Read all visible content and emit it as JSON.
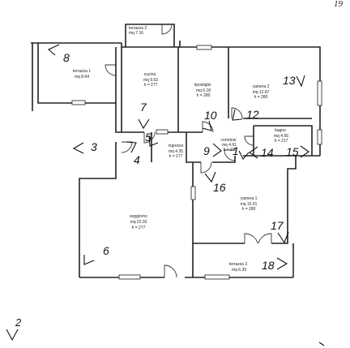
{
  "page_number": "19",
  "corner_marker": "2",
  "rooms": [
    {
      "id": "terrazza-2",
      "name": "terrazza 2",
      "area": "mq 7.16",
      "height": ""
    },
    {
      "id": "terrazza-1",
      "name": "terrazza 1",
      "area": "mq 8.64",
      "height": ""
    },
    {
      "id": "cucina",
      "name": "cucina",
      "area": "mq 9.53",
      "height": "h = 277"
    },
    {
      "id": "ripostiglio",
      "name": "ripostiglio",
      "area": "mq 6.18",
      "height": "h = 280"
    },
    {
      "id": "camera-2",
      "name": "camera 2",
      "area": "mq 12.87",
      "height": "h = 280"
    },
    {
      "id": "bagno",
      "name": "bagno",
      "area": "mq 4.56",
      "height": "h = 217"
    },
    {
      "id": "ingresso",
      "name": "ingresso",
      "area": "mq 4.35",
      "height": "h = 277"
    },
    {
      "id": "corridoio",
      "name": "corridoio",
      "area": "mq 4.61",
      "height": "h = 277"
    },
    {
      "id": "soggiorno",
      "name": "soggiorno",
      "area": "mq 22.02",
      "height": "h = 277"
    },
    {
      "id": "camera-1",
      "name": "camera 1",
      "area": "mq 15.91",
      "height": "h = 280"
    },
    {
      "id": "terrazza-3",
      "name": "terrazza 3",
      "area": "mq 6.39",
      "height": ""
    }
  ],
  "view_markers": [
    "1",
    "3",
    "4",
    "5",
    "6",
    "7",
    "8",
    "9",
    "10",
    "12",
    "13",
    "14",
    "15",
    "16",
    "17",
    "18"
  ]
}
